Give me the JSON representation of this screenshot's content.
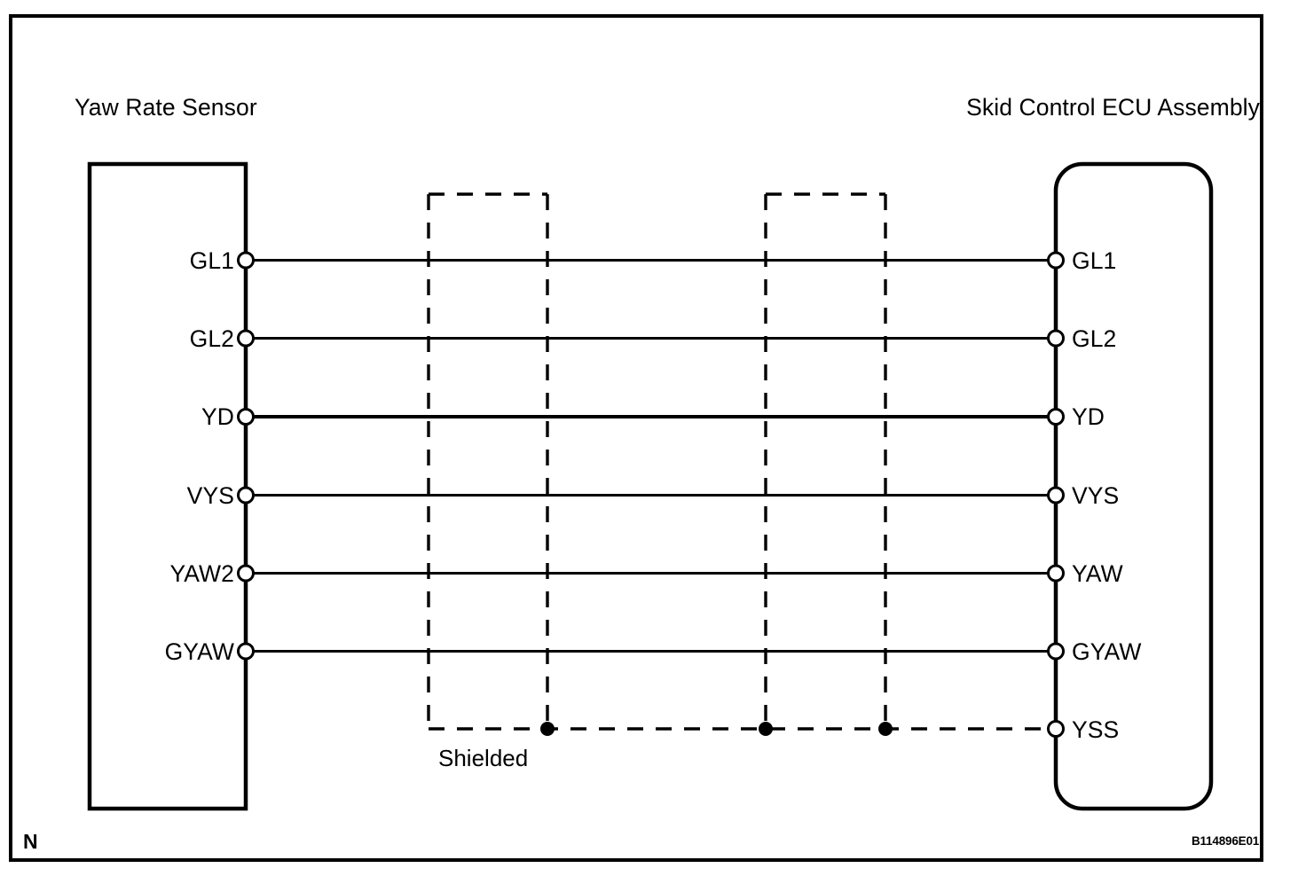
{
  "figure": {
    "type": "wiring-diagram",
    "left_component_title": "Yaw Rate Sensor",
    "right_component_title": "Skid Control ECU Assembly",
    "shield_label": "Shielded",
    "corner_marker": "N",
    "document_code": "B114896E01",
    "colors": {
      "line": "#000000",
      "background": "#ffffff"
    }
  },
  "left_connector": {
    "name": "Yaw Rate Sensor",
    "pins": [
      {
        "label": "GL1"
      },
      {
        "label": "GL2"
      },
      {
        "label": "YD"
      },
      {
        "label": "VYS"
      },
      {
        "label": "YAW2"
      },
      {
        "label": "GYAW"
      }
    ]
  },
  "right_connector": {
    "name": "Skid Control ECU Assembly",
    "pins": [
      {
        "label": "GL1"
      },
      {
        "label": "GL2"
      },
      {
        "label": "YD"
      },
      {
        "label": "VYS"
      },
      {
        "label": "YAW"
      },
      {
        "label": "GYAW"
      },
      {
        "label": "YSS"
      }
    ]
  },
  "connections": [
    {
      "from": "GL1",
      "to": "GL1"
    },
    {
      "from": "GL2",
      "to": "GL2"
    },
    {
      "from": "YD",
      "to": "YD"
    },
    {
      "from": "VYS",
      "to": "VYS"
    },
    {
      "from": "YAW2",
      "to": "YAW"
    },
    {
      "from": "GYAW",
      "to": "GYAW"
    },
    {
      "from": "Shield",
      "to": "YSS"
    }
  ]
}
